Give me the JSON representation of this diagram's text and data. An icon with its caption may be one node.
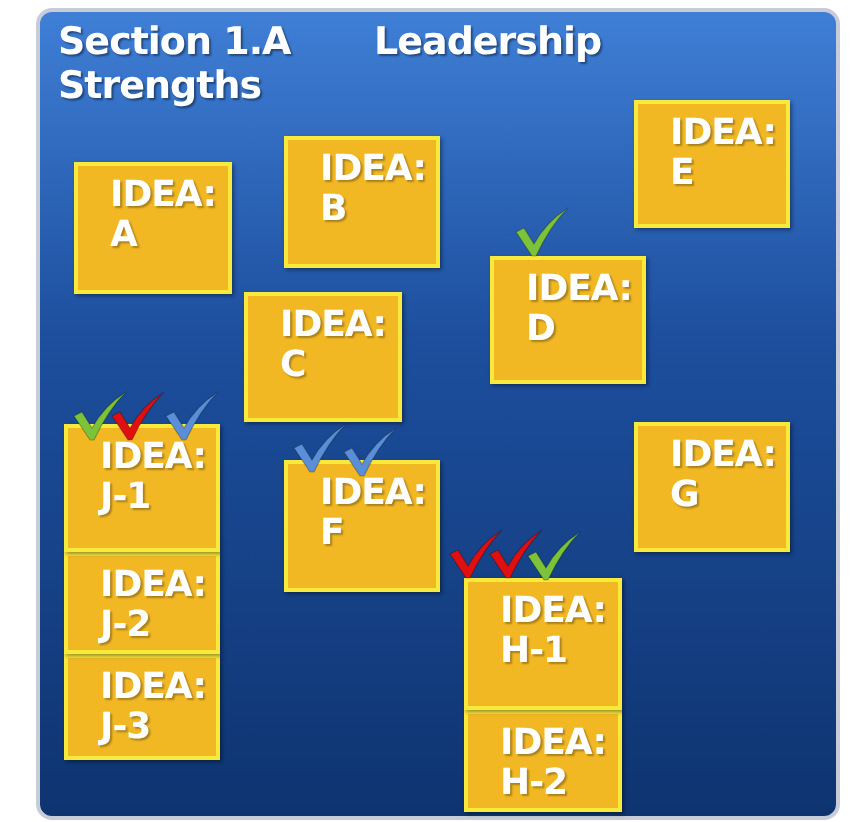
{
  "diagram": {
    "nodes": [
      {
        "text": [
          "Section 1.A Strengths",
          "Leadership"
        ]
      },
      {
        "text": [
          "IDEA: A"
        ],
        "in": 0
      },
      {
        "text": [
          "IDEA: B"
        ],
        "in": 0
      },
      {
        "text": [
          "IDEA: E"
        ],
        "in": 0
      },
      {
        "text": [
          "IDEA: C"
        ],
        "in": 0
      },
      {
        "text": [
          "IDEA: D"
        ],
        "in": 0
      },
      {
        "text": [
          "IDEA: J-1"
        ],
        "in": 0
      },
      {
        "text": [
          "IDEA: F"
        ],
        "in": 0
      },
      {
        "text": [
          "IDEA: G"
        ],
        "in": 0
      },
      {
        "text": [
          "IDEA: J-2"
        ],
        "in": 0
      },
      {
        "text": [
          "IDEA: J-3"
        ],
        "in": 0
      },
      {
        "text": [
          "IDEA: H-1"
        ],
        "in": 0
      },
      {
        "text": [
          "IDEA: H-2"
        ],
        "in": 0
      }
    ]
  }
}
